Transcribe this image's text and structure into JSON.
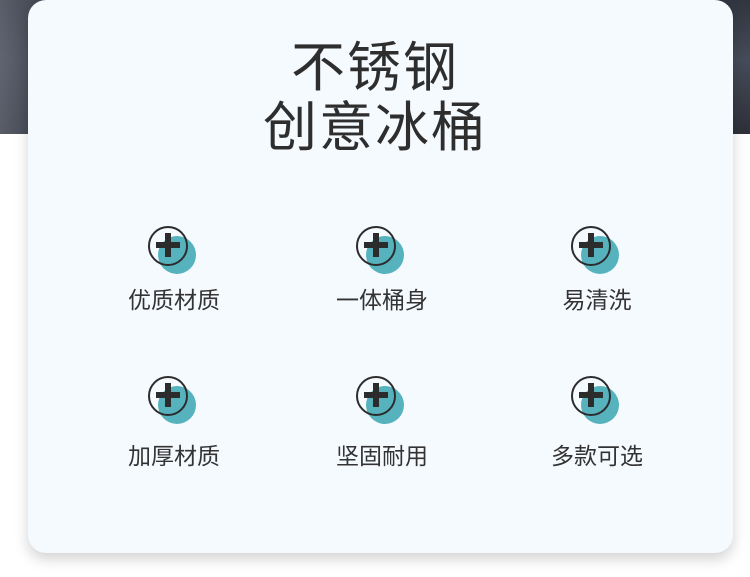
{
  "title": {
    "line1": "不锈钢",
    "line2": "创意冰桶"
  },
  "features": [
    {
      "label": "优质材质",
      "icon": "plus-circle-icon"
    },
    {
      "label": "一体桶身",
      "icon": "plus-circle-icon"
    },
    {
      "label": "易清洗",
      "icon": "plus-circle-icon"
    },
    {
      "label": "加厚材质",
      "icon": "plus-circle-icon"
    },
    {
      "label": "坚固耐用",
      "icon": "plus-circle-icon"
    },
    {
      "label": "多款可选",
      "icon": "plus-circle-icon"
    }
  ],
  "colors": {
    "accent": "#56b3bd",
    "icon_stroke": "#2c2c2c",
    "card_background": "#f5faff",
    "text": "#333333"
  }
}
